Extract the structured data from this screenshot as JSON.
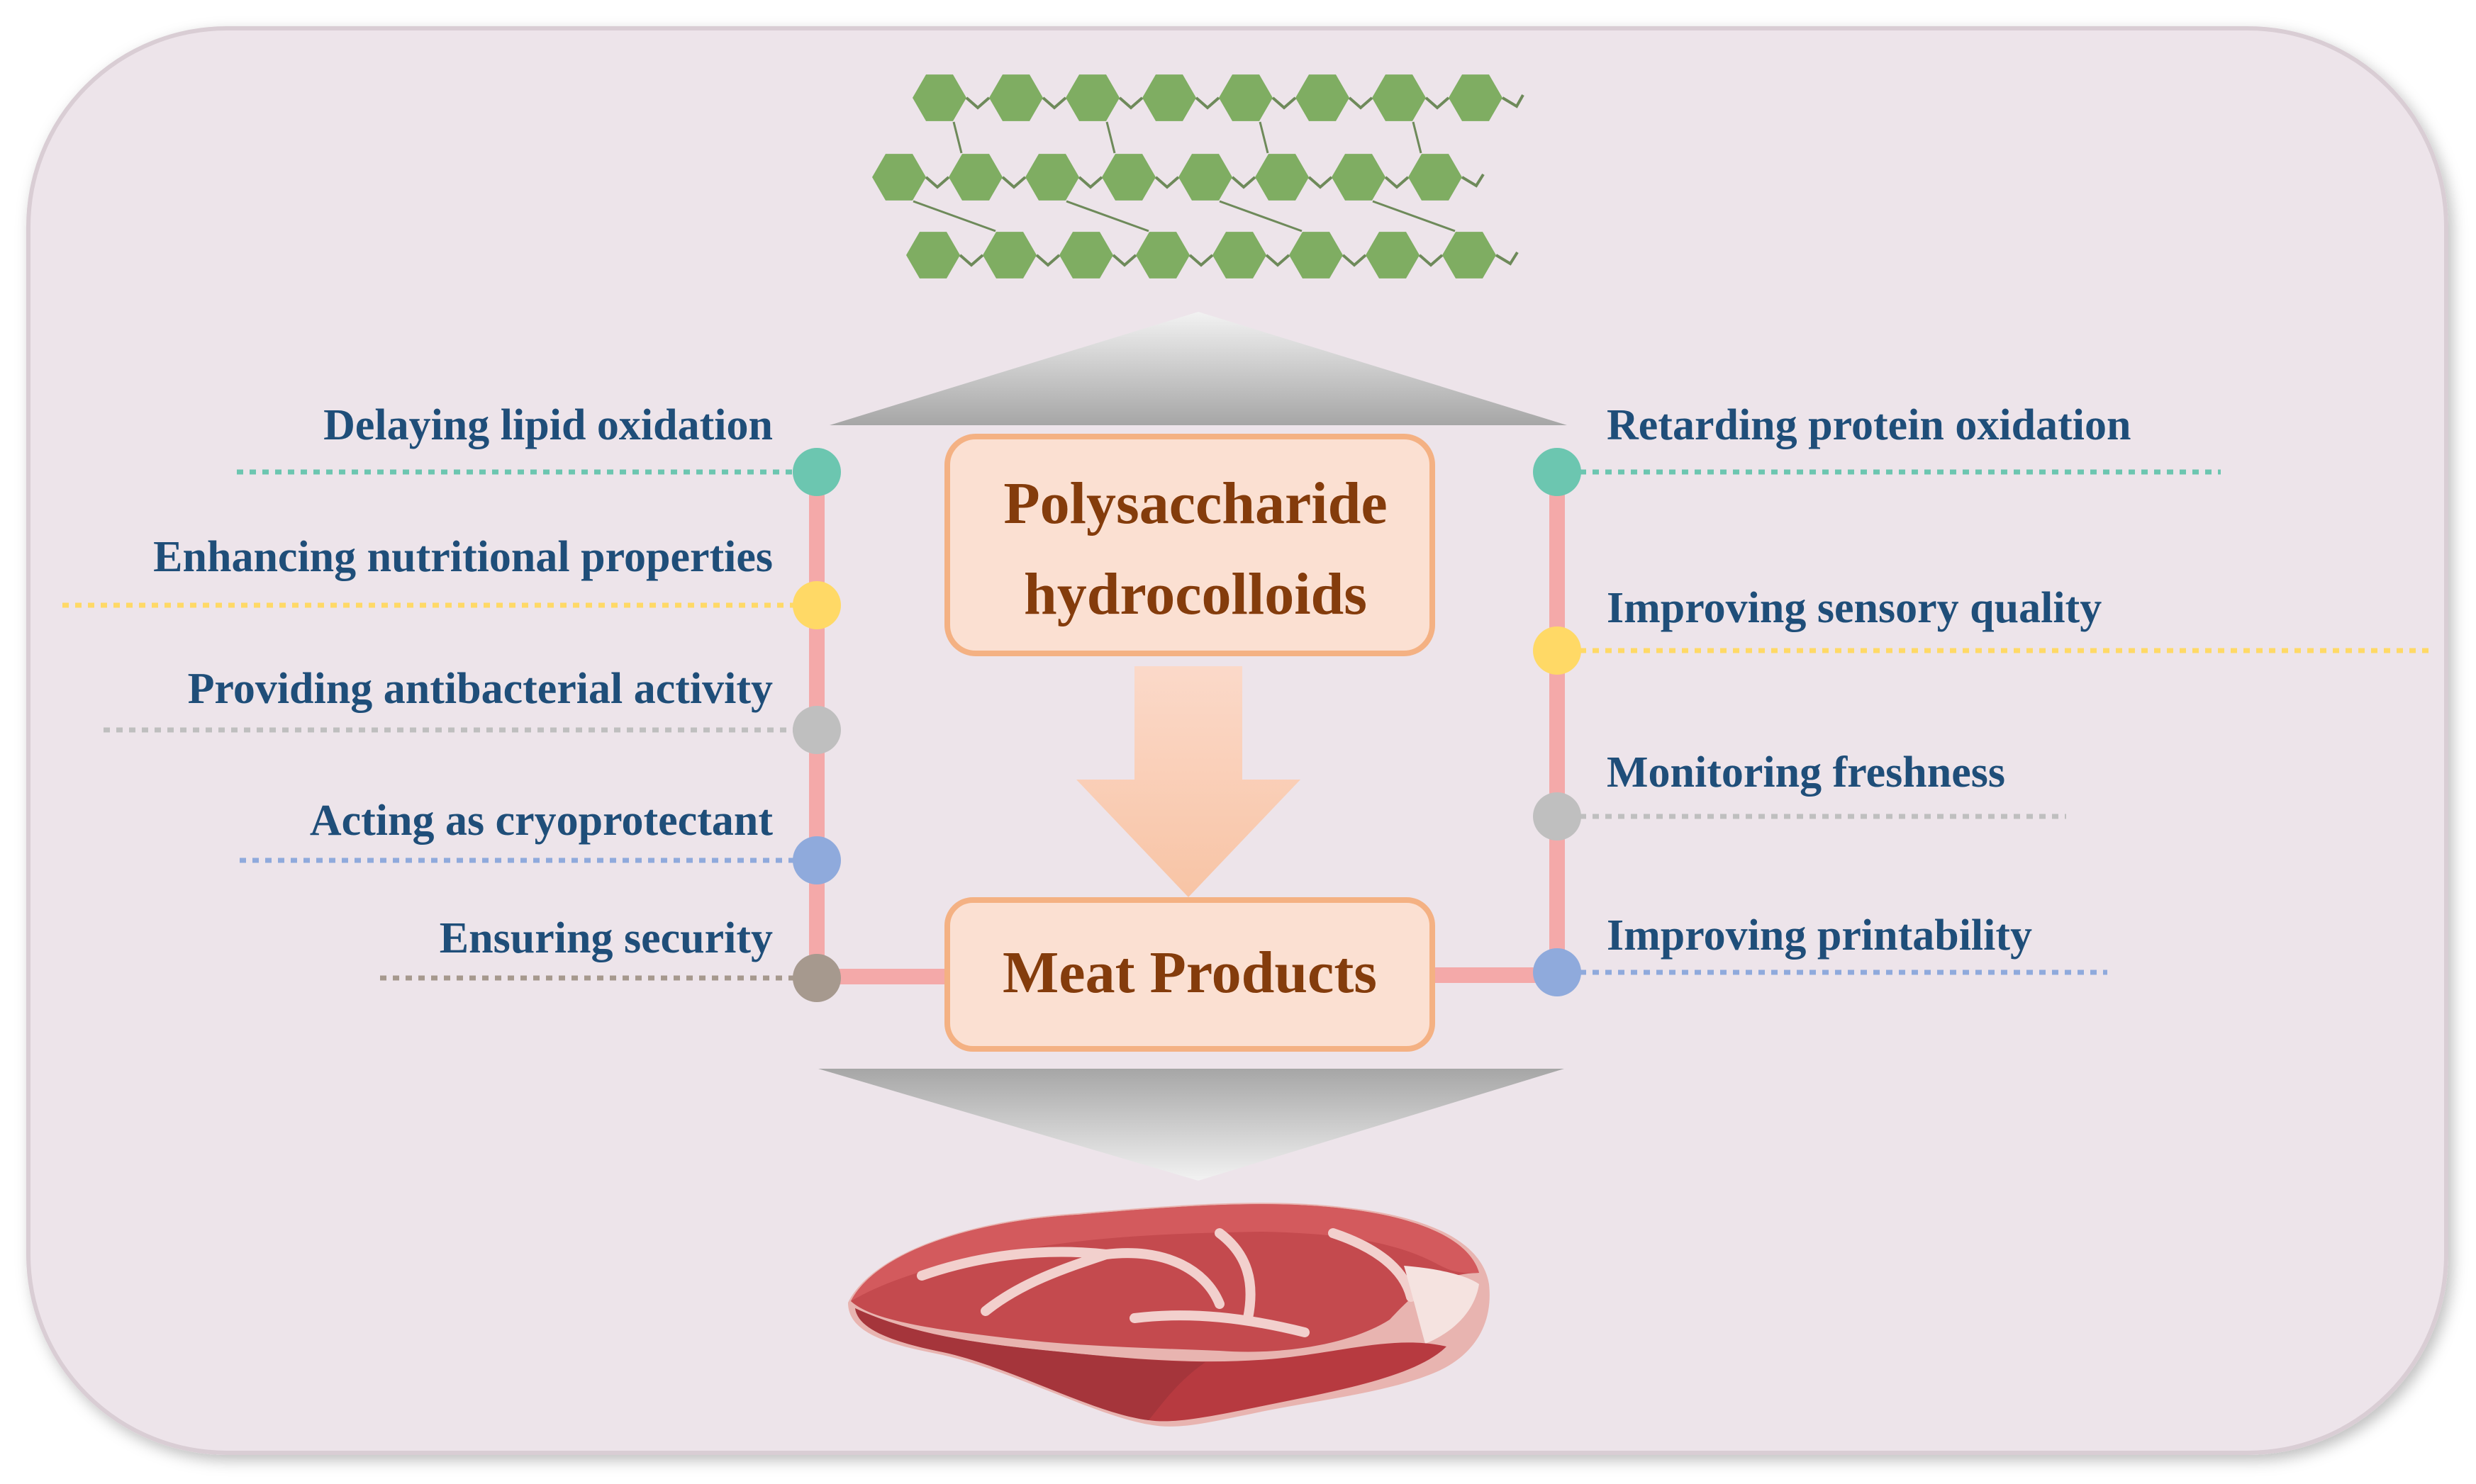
{
  "center": {
    "source_line1": "Polysaccharide",
    "source_line2": "hydrocolloids",
    "target": "Meat Products"
  },
  "left_items": [
    {
      "label": "Delaying lipid oxidation",
      "color": "#6cc6b0"
    },
    {
      "label": "Enhancing nutritional properties",
      "color": "#ffd966"
    },
    {
      "label": "Providing antibacterial activity",
      "color": "#bfbfbf"
    },
    {
      "label": "Acting as cryoprotectant",
      "color": "#8faadc"
    },
    {
      "label": "Ensuring security",
      "color": "#a6998e"
    }
  ],
  "right_items": [
    {
      "label": "Retarding protein oxidation",
      "color": "#6cc6b0"
    },
    {
      "label": "Improving sensory quality",
      "color": "#ffd966"
    },
    {
      "label": "Monitoring freshness",
      "color": "#bfbfbf"
    },
    {
      "label": "Improving printability",
      "color": "#8faadc"
    }
  ],
  "colors": {
    "panel_bg": "#ede4ea",
    "connector": "#f4a9a9",
    "box_fill": "#fbe0d2",
    "box_stroke": "#f4b183",
    "text": "#1f4e79",
    "box_text": "#843c0c",
    "hexagon": "#7fad62"
  },
  "icons": {
    "polymer": "polysaccharide-chain-icon",
    "meat": "steak-icon"
  }
}
